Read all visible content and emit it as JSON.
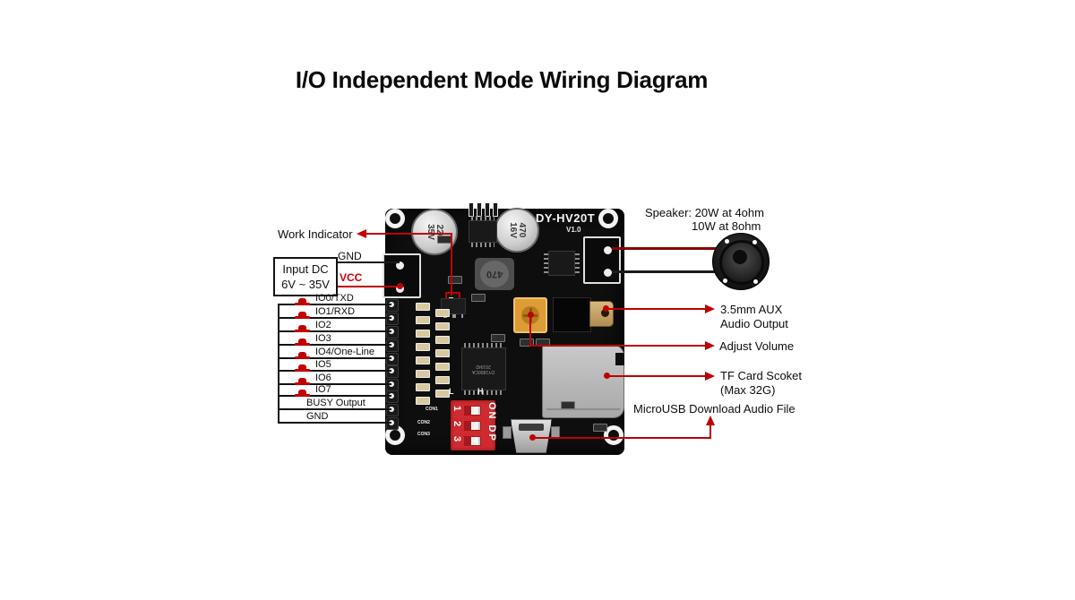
{
  "title": "I/O Independent Mode Wiring Diagram",
  "board": {
    "model": "DY-HV20T",
    "version": "V1.0",
    "capacitor1_line1": "220",
    "capacitor1_line2": "35V",
    "capacitor2_line1": "470",
    "capacitor2_line2": "16V",
    "inductor": "470",
    "main_ic_line1": "DY1800CA",
    "main_ic_line2": "201942",
    "dip_switch": {
      "numbers": [
        "1",
        "2",
        "3"
      ],
      "label": "ON DP"
    },
    "silkscreen": {
      "l": "L",
      "h": "H",
      "con1": "CON1",
      "con2": "CON2",
      "con3": "CON3"
    }
  },
  "annotations": {
    "work_indicator": "Work Indicator",
    "input_dc": {
      "line1": "Input DC",
      "line2": "6V ~ 35V"
    },
    "gnd": "GND",
    "vcc": "VCC",
    "io_rows": [
      {
        "label": "IO0/TXD",
        "button": true
      },
      {
        "label": "IO1/RXD",
        "button": true
      },
      {
        "label": "IO2",
        "button": true
      },
      {
        "label": "IO3",
        "button": true
      },
      {
        "label": "IO4/One-Line",
        "button": true
      },
      {
        "label": "IO5",
        "button": true
      },
      {
        "label": "IO6",
        "button": true
      },
      {
        "label": "IO7",
        "button": true
      },
      {
        "label": "BUSY Output",
        "button": false
      },
      {
        "label": "GND",
        "button": false
      }
    ],
    "speaker": {
      "line1": "Speaker: 20W at 4ohm",
      "line2": "10W at 8ohm"
    },
    "aux": {
      "line1": "3.5mm AUX",
      "line2": "Audio Output"
    },
    "adjust_volume": "Adjust Volume",
    "tf_card": {
      "line1": "TF Card Scoket",
      "line2": "(Max 32G)"
    },
    "microusb": "MicroUSB Download Audio File"
  },
  "colors": {
    "wire_red": "#c00000",
    "speaker_wire_red": "#8b0000",
    "wire_black": "#1a1a1a",
    "vcc_text": "#cc0000",
    "board": "#0e0e0e",
    "dip_red": "#cf2b2f"
  }
}
